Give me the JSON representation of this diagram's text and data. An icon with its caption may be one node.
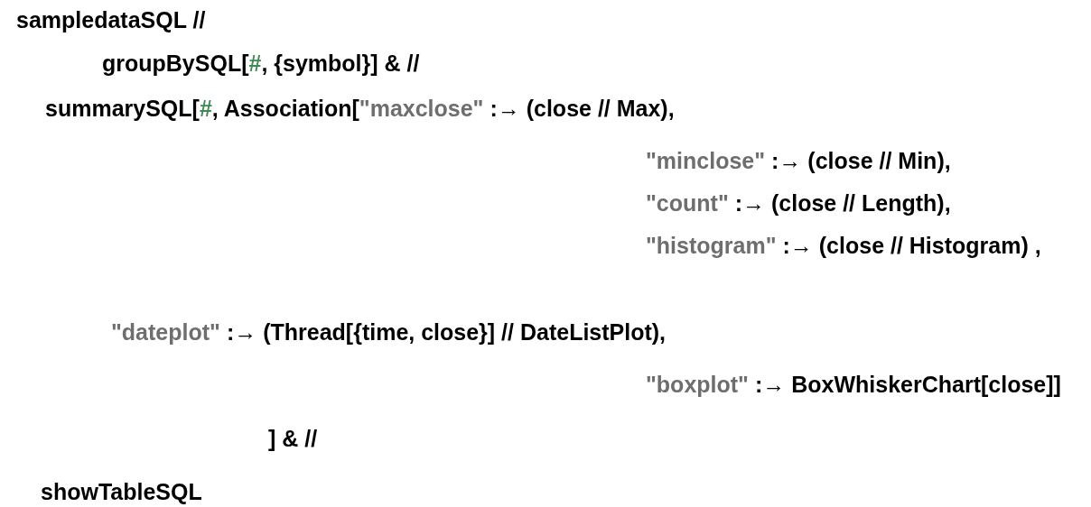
{
  "diagram": {
    "labels": [
      "sampledataSQL //",
      "groupBySQL[#, {symbol}] & //",
      "summarySQL[#, Association[\"maxclose\" :→ (close // Max),",
      "\"minclose\" :→ (close // Min),",
      "\"count\" :→ (close // Length),",
      "\"histogram\" :→ (close // Histogram) ,",
      "\"dateplot\" :→ (Thread[{time, close}] // DateListPlot),",
      "\"boxplot\" :→ BoxWhiskerChart[close]]",
      "] & //",
      "showTableSQL"
    ]
  }
}
